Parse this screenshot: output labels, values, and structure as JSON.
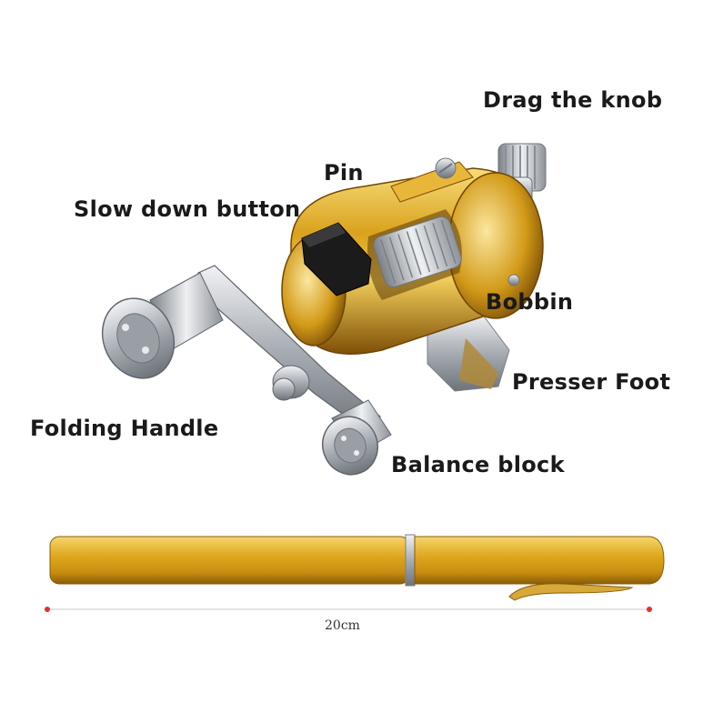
{
  "labels": {
    "drag_knob": "Drag the knob",
    "pin": "Pin",
    "slow_down_button": "Slow down button",
    "bobbin": "Bobbin",
    "presser_foot": "Presser Foot",
    "folding_handle": "Folding Handle",
    "balance_block": "Balance block"
  },
  "measurement": {
    "length": "20cm"
  },
  "colors": {
    "gold": "#d9a21c",
    "gold_light": "#f4d26a",
    "gold_dark": "#8a5a08",
    "silver": "#c9ccd1",
    "silver_dark": "#7b8087",
    "marker": "#e0342c"
  }
}
